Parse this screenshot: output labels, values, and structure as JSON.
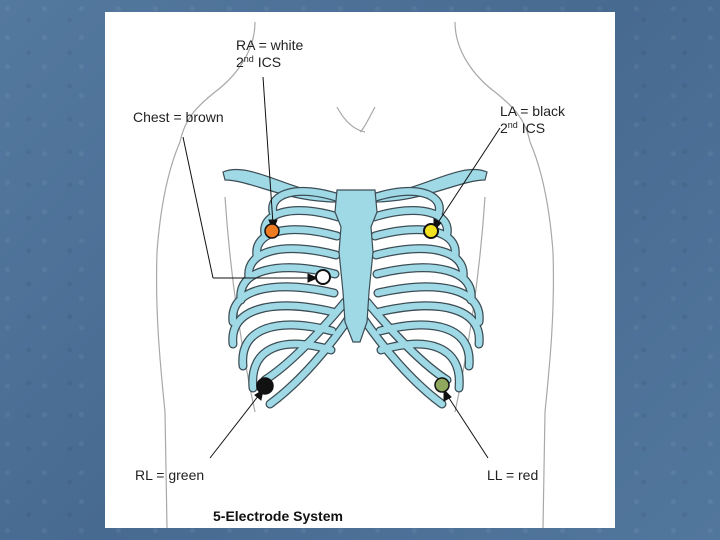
{
  "diagram": {
    "title": "5-Electrode System",
    "labels": {
      "ra_line1": "RA =  white",
      "ra_line2_prefix": "2",
      "ra_line2_sup": "nd",
      "ra_line2_suffix": " ICS",
      "la_line1": "LA =  black",
      "la_line2_prefix": "2",
      "la_line2_sup": "nd",
      "la_line2_suffix": " ICS",
      "chest": "Chest = brown",
      "rl": "RL =  green",
      "ll": "LL =  red"
    },
    "colors": {
      "rib": "#9fd9e6",
      "rib_stroke": "#3c4d55",
      "outline": "#9a9a9a",
      "electrode_ra": "#ee7a22",
      "electrode_la": "#f2e21f",
      "electrode_chest": "#ffffff",
      "electrode_rl": "#111111",
      "electrode_ll": "#8fa85e"
    }
  }
}
